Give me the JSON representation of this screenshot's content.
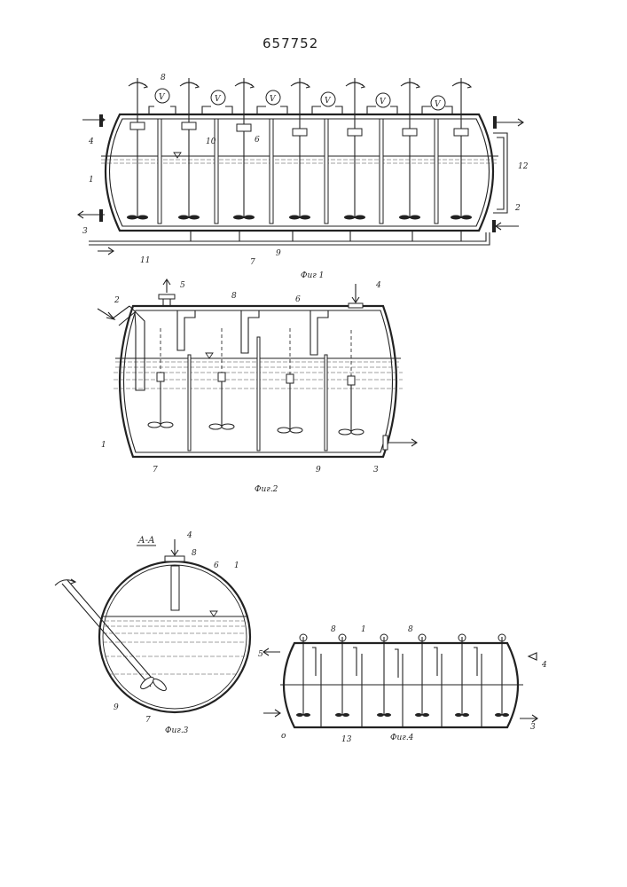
{
  "patent_number": "657752",
  "figures": {
    "fig1": {
      "caption": "Фиг 1",
      "labels": [
        "8",
        "10",
        "6",
        "4",
        "1",
        "3",
        "12",
        "2",
        "11",
        "7",
        "9"
      ],
      "valve_symbol": "V"
    },
    "fig2": {
      "caption": "Фиг.2",
      "labels": [
        "2",
        "5",
        "8",
        "6",
        "4",
        "1",
        "7",
        "9",
        "3"
      ]
    },
    "fig3": {
      "caption": "Фиг.3",
      "section": "А-А",
      "labels": [
        "4",
        "8",
        "6",
        "1",
        "9",
        "7"
      ]
    },
    "fig4": {
      "caption": "Фиг.4",
      "labels": [
        "8",
        "1",
        "8",
        "4",
        "13",
        "3",
        "5",
        "o"
      ]
    }
  }
}
